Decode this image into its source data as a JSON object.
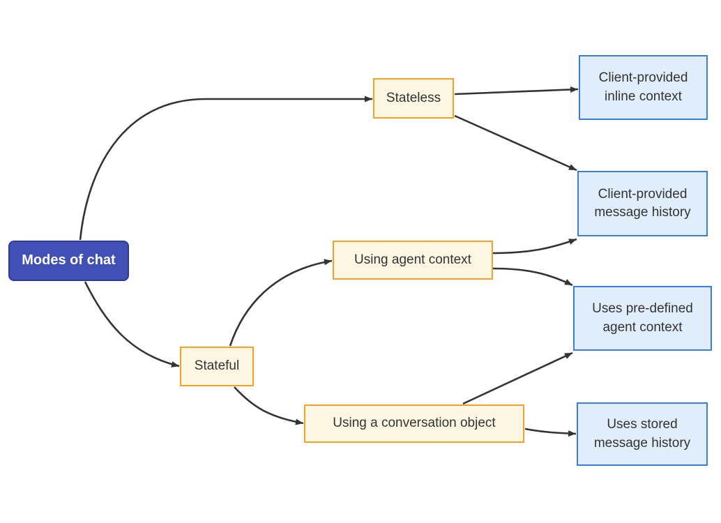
{
  "diagram": {
    "type": "flowchart",
    "direction": "left-to-right",
    "nodes": {
      "modes_of_chat": {
        "label": "Modes of chat",
        "style": "root",
        "fill": "#4150b5",
        "border": "#2c3a96",
        "text_color": "#ffffff"
      },
      "stateless": {
        "label": "Stateless",
        "style": "warm",
        "fill": "#fdf6e3",
        "border": "#f5a029",
        "text_color": "#333333"
      },
      "stateful": {
        "label": "Stateful",
        "style": "warm",
        "fill": "#fdf6e3",
        "border": "#f5a029",
        "text_color": "#333333"
      },
      "using_agent_context": {
        "label": "Using agent context",
        "style": "warm",
        "fill": "#fdf6e3",
        "border": "#f5a029",
        "text_color": "#333333"
      },
      "using_a_conversation_object": {
        "label": "Using a conversation object",
        "style": "warm",
        "fill": "#fdf6e3",
        "border": "#f5a029",
        "text_color": "#333333"
      },
      "client_provided_inline_context": {
        "label": "Client-provided inline context",
        "style": "cool",
        "fill": "#e0edfa",
        "border": "#3c7ed6",
        "text_color": "#333333"
      },
      "client_provided_message_history": {
        "label": "Client-provided message history",
        "style": "cool",
        "fill": "#e0edfa",
        "border": "#3c7ed6",
        "text_color": "#333333"
      },
      "uses_pre_defined_agent_context": {
        "label": "Uses pre-defined agent context",
        "style": "cool",
        "fill": "#e0edfa",
        "border": "#3c7ed6",
        "text_color": "#333333"
      },
      "uses_stored_message_history": {
        "label": "Uses stored message history",
        "style": "cool",
        "fill": "#e0edfa",
        "border": "#3c7ed6",
        "text_color": "#333333"
      }
    },
    "edges": [
      {
        "from": "modes_of_chat",
        "to": "stateless"
      },
      {
        "from": "modes_of_chat",
        "to": "stateful"
      },
      {
        "from": "stateless",
        "to": "client_provided_inline_context"
      },
      {
        "from": "stateless",
        "to": "client_provided_message_history"
      },
      {
        "from": "stateful",
        "to": "using_agent_context"
      },
      {
        "from": "stateful",
        "to": "using_a_conversation_object"
      },
      {
        "from": "using_agent_context",
        "to": "client_provided_message_history"
      },
      {
        "from": "using_agent_context",
        "to": "uses_pre_defined_agent_context"
      },
      {
        "from": "using_a_conversation_object",
        "to": "uses_pre_defined_agent_context"
      },
      {
        "from": "using_a_conversation_object",
        "to": "uses_stored_message_history"
      }
    ],
    "colors": {
      "edge_stroke": "#333333",
      "background": "#ffffff"
    }
  }
}
